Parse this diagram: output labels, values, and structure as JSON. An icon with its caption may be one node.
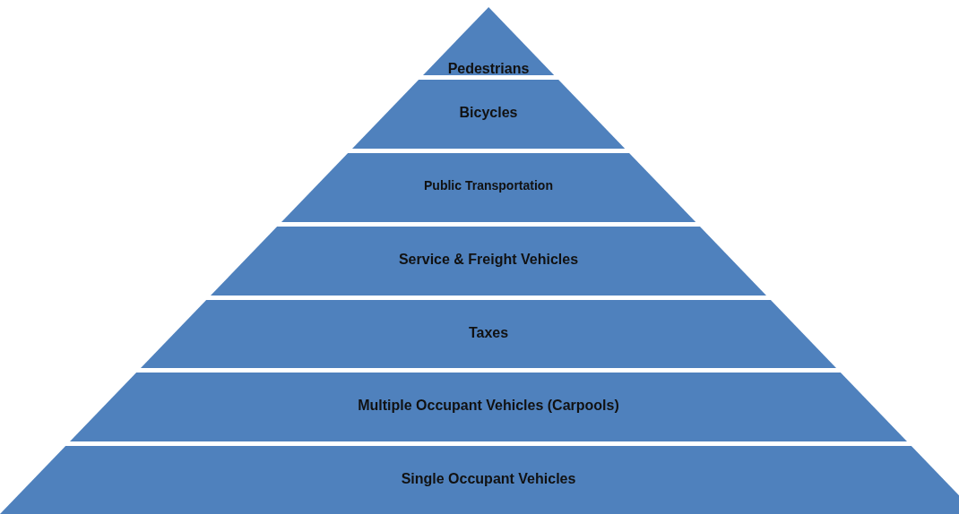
{
  "diagram": {
    "nodes": [
      {
        "text": [
          "Pedestrians"
        ]
      },
      {
        "text": [
          "Bicycles"
        ]
      },
      {
        "text": [
          "Public Transportation"
        ]
      },
      {
        "text": [
          "Service & Freight Vehicles"
        ]
      },
      {
        "text": [
          "Taxes"
        ]
      },
      {
        "text": [
          "Multiple Occupant Vehicles (Carpools)"
        ]
      },
      {
        "text": [
          "Single Occupant Vehicles"
        ]
      }
    ]
  }
}
